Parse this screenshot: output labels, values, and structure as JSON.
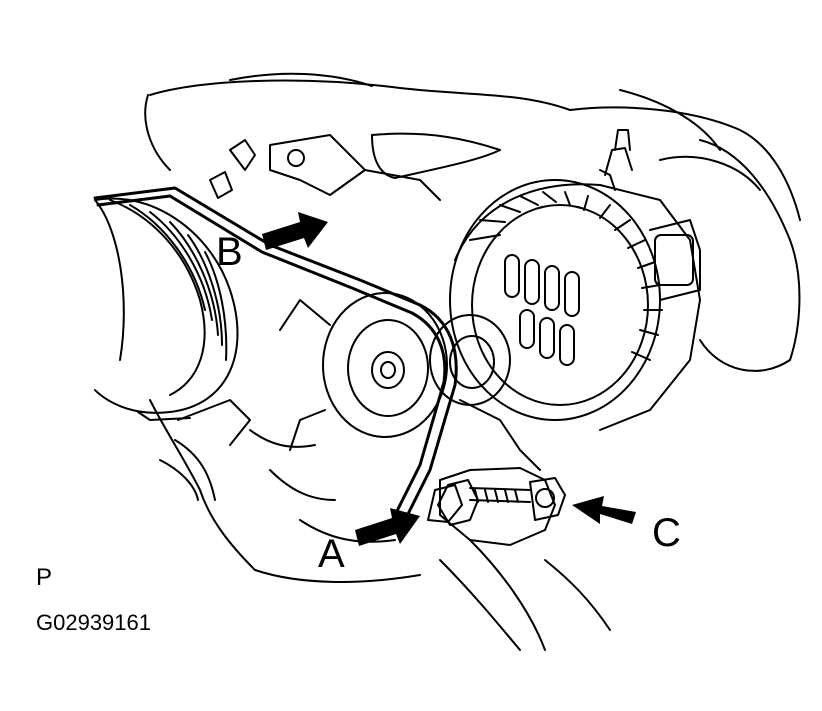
{
  "callouts": {
    "a": "A",
    "b": "B",
    "c": "C"
  },
  "view_marker": "P",
  "figure_code": "G02939161",
  "colors": {
    "ink": "#000000",
    "paper": "#ffffff"
  },
  "icons": [
    "arrow-icon"
  ]
}
